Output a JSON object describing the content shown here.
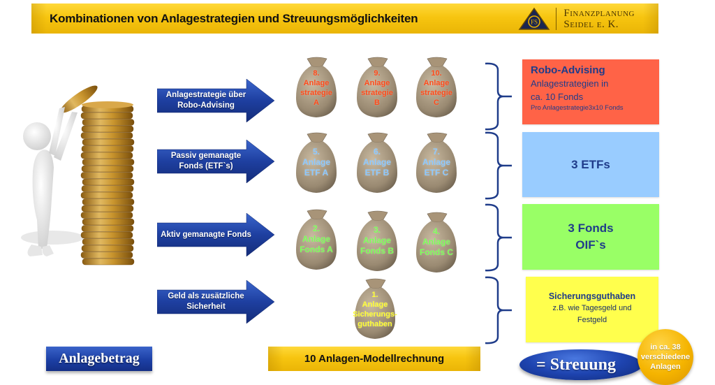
{
  "header": {
    "title": "Kombinationen von Anlagestrategien und Streuungsmöglichkeiten",
    "logo": {
      "icon": "fs-triangle-logo-icon",
      "monogram": "FS",
      "line1": "Finanzplanung",
      "line2": "Seidel e. K."
    }
  },
  "illustration": {
    "icon": "person-stacking-coins-icon"
  },
  "rows": [
    {
      "arrow_label_lines": [
        "Anlagestrategie über",
        "Robo-Advising"
      ],
      "sack_color": "#ff4a1a",
      "sacks": [
        {
          "lines": [
            "8.",
            "Anlage",
            "strategie",
            "A"
          ]
        },
        {
          "lines": [
            "9.",
            "Anlage",
            "strategie",
            "B"
          ]
        },
        {
          "lines": [
            "10.",
            "Anlage",
            "strategie",
            "C"
          ]
        }
      ],
      "box": {
        "title": "Robo-Advising",
        "line1": "Anlagestrategien in",
        "line2": "ca. 10 Fonds",
        "line3": "Pro Anlagestrategie3x10 Fonds",
        "color": "#ff6347"
      }
    },
    {
      "arrow_label_lines": [
        "Passiv gemanagte",
        "Fonds (ETF`s)"
      ],
      "sack_color": "#8cc8ff",
      "sacks": [
        {
          "lines": [
            "5.",
            "Anlage",
            "ETF A"
          ]
        },
        {
          "lines": [
            "6.",
            "Anlage",
            "ETF B"
          ]
        },
        {
          "lines": [
            "7.",
            "Anlage",
            "ETF C"
          ]
        }
      ],
      "box": {
        "title": "3 ETFs",
        "color": "#99ccff"
      }
    },
    {
      "arrow_label_lines": [
        "Aktiv gemanagte Fonds"
      ],
      "sack_color": "#7dff5a",
      "sacks": [
        {
          "lines": [
            "2.",
            "Anlage",
            "Fonds A"
          ]
        },
        {
          "lines": [
            "3.",
            "Anlage",
            "Fonds B"
          ]
        },
        {
          "lines": [
            "4.",
            "Anlage",
            "Fonds C"
          ]
        }
      ],
      "box": {
        "line1": "3 Fonds",
        "line2": "OIF`s",
        "color": "#99ff66"
      }
    },
    {
      "arrow_label_lines": [
        "Geld als zusätzliche",
        "Sicherheit"
      ],
      "sack_color": "#ffff33",
      "sacks": [
        {
          "lines": [
            "1.",
            "Anlage",
            "Sicherungs-",
            "guthaben"
          ]
        }
      ],
      "box": {
        "title": "Sicherungsguthaben",
        "line1": "z.B. wie Tagesgeld und",
        "line2": "Festgeld",
        "color": "#ffff4d"
      }
    }
  ],
  "footer": {
    "left_label": "Anlagebetrag",
    "middle_label": "10 Anlagen-Modellrechnung",
    "result_label": "= Streuung",
    "badge_lines": [
      "in ca. 38",
      "verschiedene",
      "Anlagen"
    ]
  },
  "colors": {
    "gold": "#f7c510",
    "arrow_blue": "#1e3fa0",
    "bracket_blue": "#1f3c8a",
    "text_dark_blue": "#1f3c8a"
  }
}
